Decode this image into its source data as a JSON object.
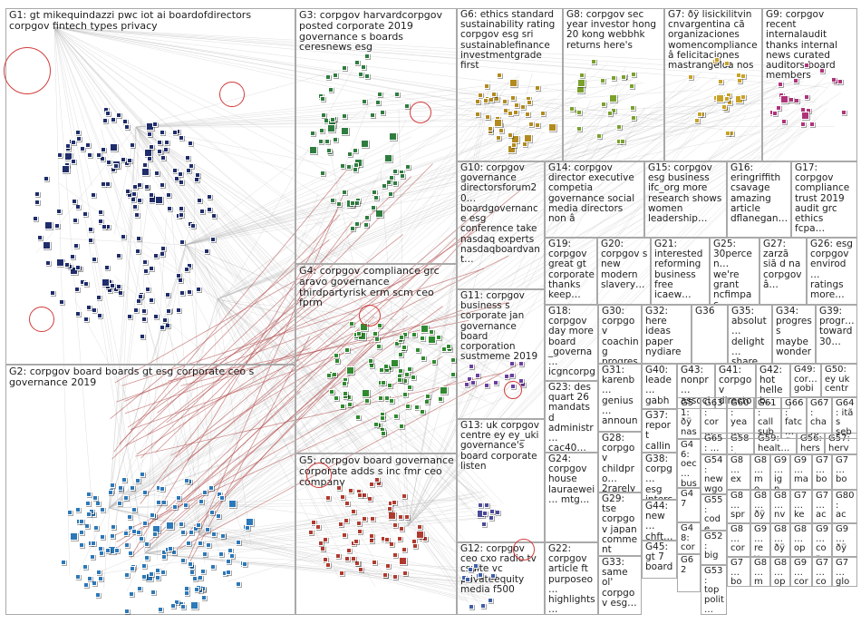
{
  "groups": [
    {
      "id": "G1",
      "label": "G1: gt mikequindazzi pwc iot ai boardofdirectors corpgov fintech types privacy",
      "color": "#1f2d6b",
      "nodes": 180
    },
    {
      "id": "G2",
      "label": "G2: corpgov board boards gt esg corporate ceo s governance 2019",
      "color": "#2c78b8",
      "nodes": 150
    },
    {
      "id": "G3",
      "label": "G3: corpgov harvardcorpgov posted corporate 2019 governance s boards ceresnews esg",
      "color": "#2e7d3f",
      "nodes": 70
    },
    {
      "id": "G4",
      "label": "G4: corpgov compliance grc aravo governance thirdpartyrisk erm scm ceo fprm",
      "color": "#2f8a2f",
      "nodes": 90
    },
    {
      "id": "G5",
      "label": "G5: corpgov board governance corporate adds s inc fmr ceo company",
      "color": "#b03a2e",
      "nodes": 70
    },
    {
      "id": "G6",
      "label": "G6: ethics standard sustainability rating corpgov esg sri sustainablefinance investmentgrade first",
      "color": "#b28a1d",
      "nodes": 40
    },
    {
      "id": "G7",
      "label": "G7: ðÿ lisickilitvin cnvargentina cã organizaciones womencompliance â felicitaciones mastrangeloa nos",
      "color": "#c9a227",
      "nodes": 22
    },
    {
      "id": "G8",
      "label": "G8: corpgov sec year investor hong 20 kong webbhk returns here's",
      "color": "#7aa12c",
      "nodes": 26
    },
    {
      "id": "G9",
      "label": "G9: corpgov recent internalaudit thanks internal news curated auditors board members",
      "color": "#b0337a",
      "nodes": 22
    },
    {
      "id": "G10",
      "label": "G10: corpgov governance directorsforum20… boardgovernance esg conference take nasdaq experts nasdaqboardvant…",
      "color": "#5a2a82",
      "nodes": 0
    },
    {
      "id": "G11",
      "label": "G11: corpgov business s corporate jan governance board corporation sustmeme 2019",
      "color": "#6a3fa0",
      "nodes": 14
    },
    {
      "id": "G12",
      "label": "G12: corpgov ceo cxo radio tv csuite vc privateequity media f500",
      "color": "#3f5fa8",
      "nodes": 10
    },
    {
      "id": "G13",
      "label": "G13: uk corpgov centre ey ey_uki governance's board corporate listen",
      "color": "#4a4a9a",
      "nodes": 8
    },
    {
      "id": "G14",
      "label": "G14: corpgov director executive competia governance social media directors non â",
      "color": "#555555",
      "nodes": 0
    },
    {
      "id": "G15",
      "label": "G15: corpgov esg business ifc_org more research shows women leadership…",
      "color": "#555555",
      "nodes": 0
    },
    {
      "id": "G16",
      "label": "G16: eringriffith csavage amazing article dflanegan…",
      "color": "#555555",
      "nodes": 0
    },
    {
      "id": "G17",
      "label": "G17: corpgov compliance trust 2019 audit grc ethics fcpa…",
      "color": "#555555",
      "nodes": 0
    },
    {
      "id": "G18",
      "label": "G18: corpgov day more board _governa… icgncorpgo…",
      "color": "#555555",
      "nodes": 0
    },
    {
      "id": "G19",
      "label": "G19: corpgov great gt corporate thanks keep…",
      "color": "#555555",
      "nodes": 0
    },
    {
      "id": "G20",
      "label": "G20: corpgov s new modern slavery…",
      "color": "#555555",
      "nodes": 0
    },
    {
      "id": "G21",
      "label": "G21: interested reforming business free icaew…",
      "color": "#555555",
      "nodes": 0
    },
    {
      "id": "G22",
      "label": "G22: corpgov article ft purposeo… highlights…",
      "color": "#555555",
      "nodes": 0
    },
    {
      "id": "G23",
      "label": "G23: des quart 26 mandats d administr… cac40…",
      "color": "#555555",
      "nodes": 0
    },
    {
      "id": "G24",
      "label": "G24: corpgov house lauraewei… mtg…",
      "color": "#555555",
      "nodes": 0
    },
    {
      "id": "G25",
      "label": "G25: 30percen… we're grant ncfimpac…",
      "color": "#555555",
      "nodes": 0
    },
    {
      "id": "G26",
      "label": "G26: esg corpgov envirod… ratings more…",
      "color": "#555555",
      "nodes": 0
    },
    {
      "id": "G27",
      "label": "G27: zarzã siã d na corpgov â…",
      "color": "#555555",
      "nodes": 0
    },
    {
      "id": "G28",
      "label": "G28: corpgov childpro… 2rarely nfp…",
      "color": "#555555",
      "nodes": 0
    },
    {
      "id": "G29",
      "label": "G29: tse corpgov japan comment focusin…",
      "color": "#555555",
      "nodes": 0
    },
    {
      "id": "G30",
      "label": "G30: corpgov coaching progress educati…",
      "color": "#555555",
      "nodes": 0
    },
    {
      "id": "G31",
      "label": "G31: karenb… genius… announ… antl…",
      "color": "#555555",
      "nodes": 0
    },
    {
      "id": "G32",
      "label": "G32: here ideas paper nydiare…",
      "color": "#555555",
      "nodes": 0
    },
    {
      "id": "G33",
      "label": "G33: same ol' corpgov esg…",
      "color": "#555555",
      "nodes": 0
    },
    {
      "id": "G34",
      "label": "G34: progress maybe wonder…",
      "color": "#555555",
      "nodes": 0
    },
    {
      "id": "G35",
      "label": "G35: absolut… delight… share…",
      "color": "#555555",
      "nodes": 0
    },
    {
      "id": "G36",
      "label": "G36",
      "color": "#555555",
      "nodes": 0
    },
    {
      "id": "G37",
      "label": "G37: report calling corpo…",
      "color": "#555555",
      "nodes": 0
    },
    {
      "id": "G38",
      "label": "G38: corpg… esg interc…",
      "color": "#555555",
      "nodes": 0
    },
    {
      "id": "G39",
      "label": "G39: progr… toward 30…",
      "color": "#555555",
      "nodes": 0
    },
    {
      "id": "G40",
      "label": "G40: leade… gabh… decisi…",
      "color": "#555555",
      "nodes": 0
    },
    {
      "id": "G41",
      "label": "G41: corpgov directo…",
      "color": "#555555",
      "nodes": 0
    },
    {
      "id": "G42",
      "label": "G42: hot helleb…",
      "color": "#555555",
      "nodes": 0
    },
    {
      "id": "G43",
      "label": "G43: nonpr… associ…",
      "color": "#555555",
      "nodes": 0
    },
    {
      "id": "G44",
      "label": "G44: new… chft…",
      "color": "#555555",
      "nodes": 0
    },
    {
      "id": "G45",
      "label": "G45: gt 7 board…",
      "color": "#555555",
      "nodes": 0
    },
    {
      "id": "G46",
      "label": "G46: oec… busi…",
      "color": "#555555",
      "nodes": 0
    },
    {
      "id": "G47",
      "label": "G47",
      "color": "#555555",
      "nodes": 0
    },
    {
      "id": "G48",
      "label": "G48: cor… wef…",
      "color": "#555555",
      "nodes": 0
    },
    {
      "id": "G49",
      "label": "G49: cor… gobi…",
      "color": "#555555",
      "nodes": 0
    },
    {
      "id": "G50",
      "label": "G50: ey uk centr…",
      "color": "#555555",
      "nodes": 0
    },
    {
      "id": "G51",
      "label": "G51: ðÿ nas…",
      "color": "#555555",
      "nodes": 0
    },
    {
      "id": "G52",
      "label": "G52: big…",
      "color": "#555555",
      "nodes": 0
    },
    {
      "id": "G53",
      "label": "G53: top polit…",
      "color": "#555555",
      "nodes": 0
    },
    {
      "id": "G54",
      "label": "G54: new wgo…",
      "color": "#555555",
      "nodes": 0
    },
    {
      "id": "G55",
      "label": "G55: code cor…",
      "color": "#555555",
      "nodes": 0
    },
    {
      "id": "G56",
      "label": "G56: hers…",
      "color": "#555555",
      "nodes": 0
    },
    {
      "id": "G57",
      "label": "G57: herv…",
      "color": "#555555",
      "nodes": 0
    },
    {
      "id": "G58",
      "label": "G58: three…",
      "color": "#555555",
      "nodes": 0
    },
    {
      "id": "G59",
      "label": "G59: healt…",
      "color": "#555555",
      "nodes": 0
    },
    {
      "id": "G60",
      "label": "G60: yea… foll…",
      "color": "#555555",
      "nodes": 0
    },
    {
      "id": "G61",
      "label": "G61: call sub…",
      "color": "#555555",
      "nodes": 0
    },
    {
      "id": "G62",
      "label": "G62",
      "color": "#555555",
      "nodes": 0
    },
    {
      "id": "G63",
      "label": "G63: cor… sel…",
      "color": "#555555",
      "nodes": 0
    },
    {
      "id": "G64",
      "label": "G64: itã s seb…",
      "color": "#555555",
      "nodes": 0
    },
    {
      "id": "G65",
      "label": "G65: …",
      "color": "#555555",
      "nodes": 0
    },
    {
      "id": "G66",
      "label": "G66: fatc… find…",
      "color": "#555555",
      "nodes": 0
    },
    {
      "id": "G67",
      "label": "G67: cha… seb…",
      "color": "#555555",
      "nodes": 0
    },
    {
      "id": "G8x1",
      "label": "G8… ex…",
      "color": "#555555",
      "nodes": 0
    },
    {
      "id": "G8x2",
      "label": "G8… mo…",
      "color": "#555555",
      "nodes": 0
    },
    {
      "id": "G9x1",
      "label": "G9… ign…",
      "color": "#555555",
      "nodes": 0
    },
    {
      "id": "G7x1",
      "label": "G7… bo…",
      "color": "#555555",
      "nodes": 0
    },
    {
      "id": "G8x3",
      "label": "G8… spr…",
      "color": "#555555",
      "nodes": 0
    },
    {
      "id": "G8x4",
      "label": "G8… ðÿ",
      "color": "#555555",
      "nodes": 0
    },
    {
      "id": "G8x5",
      "label": "G8… nv…",
      "color": "#555555",
      "nodes": 0
    },
    {
      "id": "G9x2",
      "label": "G9… ma…",
      "color": "#555555",
      "nodes": 0
    },
    {
      "id": "G7x2",
      "label": "G7… bo…",
      "color": "#555555",
      "nodes": 0
    },
    {
      "id": "G8x6",
      "label": "G8… cor…",
      "color": "#555555",
      "nodes": 0
    },
    {
      "id": "G7x3",
      "label": "G7… ke…",
      "color": "#555555",
      "nodes": 0
    },
    {
      "id": "G9x3",
      "label": "G9… rev…",
      "color": "#555555",
      "nodes": 0
    },
    {
      "id": "G7x4",
      "label": "G7… ac…",
      "color": "#555555",
      "nodes": 0
    },
    {
      "id": "G80",
      "label": "G80: ac…",
      "color": "#555555",
      "nodes": 0
    },
    {
      "id": "G8x7",
      "label": "G8… ðÿ",
      "color": "#555555",
      "nodes": 0
    },
    {
      "id": "G8x8",
      "label": "G8… op…",
      "color": "#555555",
      "nodes": 0
    },
    {
      "id": "G9x4",
      "label": "G9… cor…",
      "color": "#555555",
      "nodes": 0
    },
    {
      "id": "G9x5",
      "label": "G9… ðÿ",
      "color": "#555555",
      "nodes": 0
    },
    {
      "id": "G7x5",
      "label": "G7… bo…",
      "color": "#555555",
      "nodes": 0
    },
    {
      "id": "G8x9",
      "label": "G8… mo…",
      "color": "#555555",
      "nodes": 0
    },
    {
      "id": "G8x10",
      "label": "G8… op…",
      "color": "#555555",
      "nodes": 0
    },
    {
      "id": "G9x6",
      "label": "G9… cor…",
      "color": "#555555",
      "nodes": 0
    },
    {
      "id": "G7x6",
      "label": "G7… cor…",
      "color": "#555555",
      "nodes": 0
    },
    {
      "id": "G7x7",
      "label": "G7… glo…",
      "color": "#555555",
      "nodes": 0
    }
  ],
  "colors": {
    "panel_border": "#a9a9a9",
    "label": "#1e1e1e",
    "edge": "#b9b9b9",
    "edge_strong": "#b04a4a",
    "loop": "#d33c3c"
  }
}
